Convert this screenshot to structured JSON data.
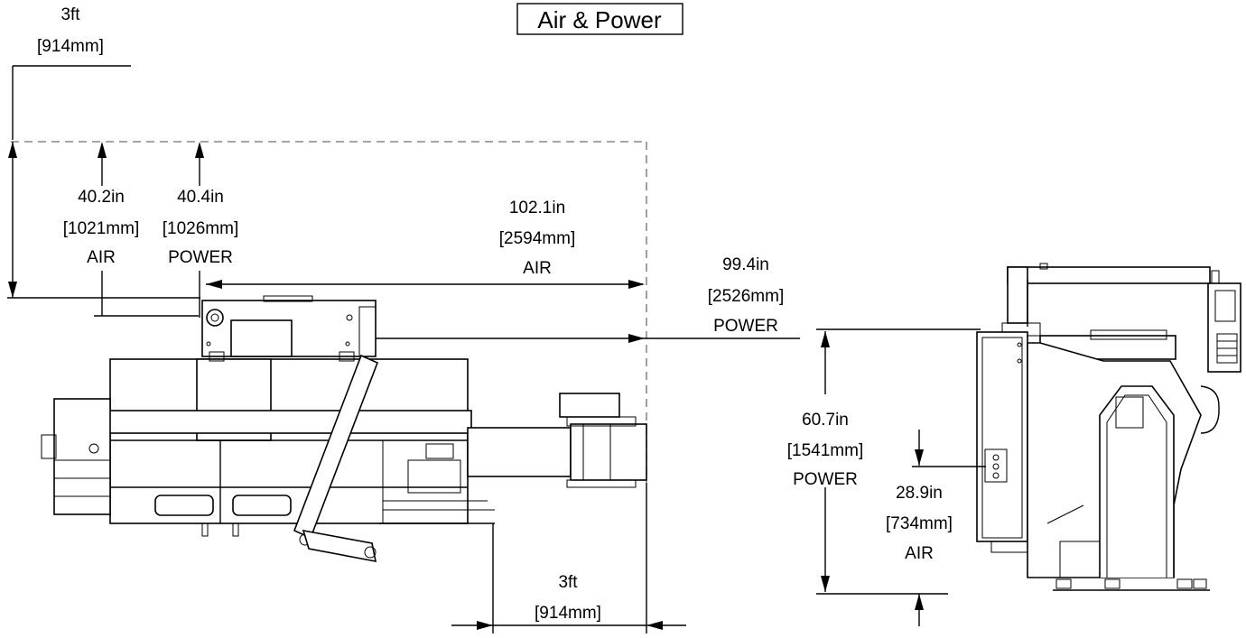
{
  "title": "Air & Power",
  "dimensions": {
    "top_clearance": {
      "value": "3ft",
      "metric": "[914mm]"
    },
    "air_height": {
      "value": "40.2in",
      "metric": "[1021mm]",
      "label": "AIR"
    },
    "power_height": {
      "value": "40.4in",
      "metric": "[1026mm]",
      "label": "POWER"
    },
    "air_length": {
      "value": "102.1in",
      "metric": "[2594mm]",
      "label": "AIR"
    },
    "power_length": {
      "value": "99.4in",
      "metric": "[2526mm]",
      "label": "POWER"
    },
    "right_clearance": {
      "value": "3ft",
      "metric": "[914mm]"
    },
    "power_elevation": {
      "value": "60.7in",
      "metric": "[1541mm]",
      "label": "POWER"
    },
    "air_elevation": {
      "value": "28.9in",
      "metric": "[734mm]",
      "label": "AIR"
    }
  }
}
